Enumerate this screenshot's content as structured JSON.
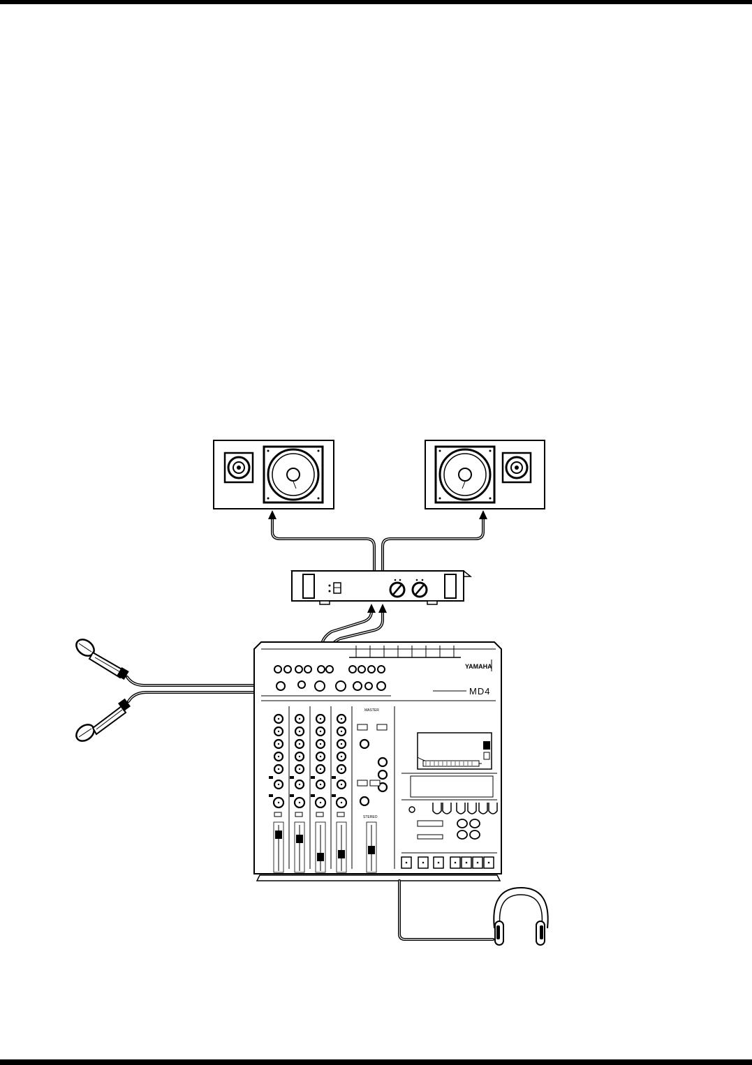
{
  "mixer": {
    "brand": "YAMAHA",
    "model": "MD4",
    "section_label": "MASTER",
    "stereo_label": "STEREO"
  }
}
